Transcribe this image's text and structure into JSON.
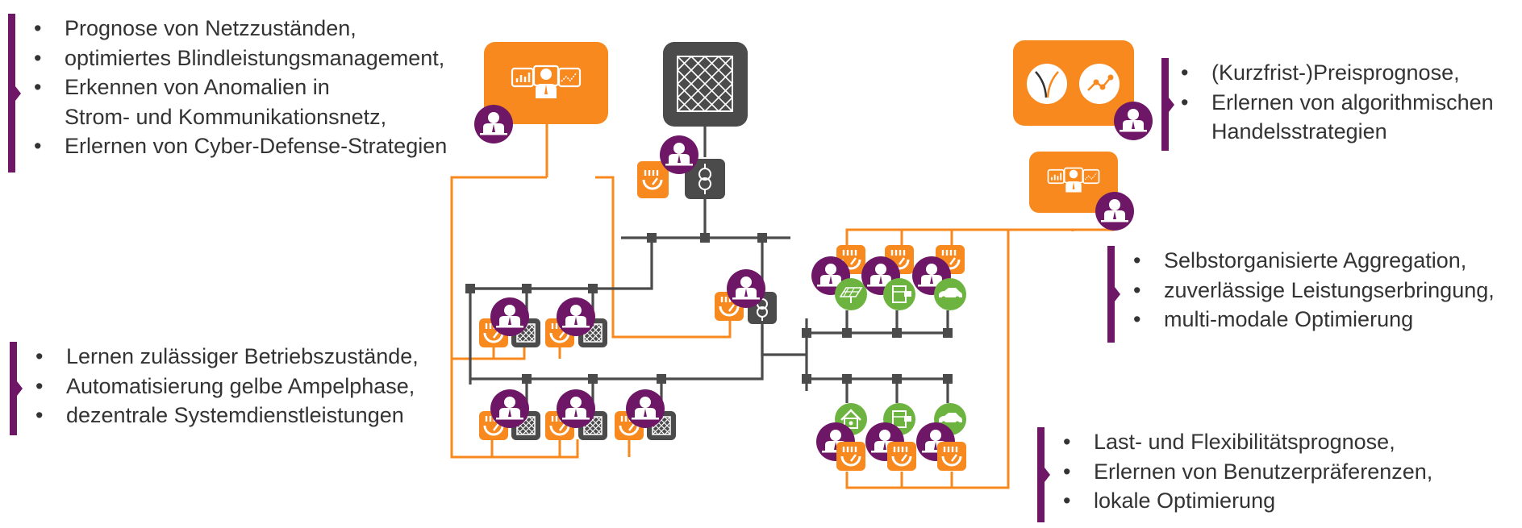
{
  "colors": {
    "orange": "#f7891e",
    "purple": "#6e1766",
    "dark": "#4b4b4b",
    "green": "#6db33f",
    "line": "#4b4b4b"
  },
  "boxes": {
    "grid_operator": [
      "Prognose von Netzzuständen,",
      "optimiertes Blindleistungsmanagement,",
      "Erkennen von Anomalien in",
      "Strom- und Kommunikationsnetz,",
      "Erlernen von  Cyber-Defense-Strategien"
    ],
    "distribution": [
      "Lernen zulässiger Betriebszustände,",
      "Automatisierung gelbe Ampelphase,",
      "dezentrale Systemdienstleistungen"
    ],
    "market": [
      "(Kurzfrist-)Preisprognose,",
      "Erlernen von algorithmischen",
      "Handelsstrategien"
    ],
    "aggregator": [
      "Selbstorganisierte Aggregation,",
      "zuverlässige Leistungserbringung,",
      "multi-modale Optimierung"
    ],
    "household": [
      "Last- und Flexibilitätsprognose,",
      "Erlernen von Benutzerpräferenzen,",
      "lokale Optimierung"
    ]
  },
  "icons": [
    "dashboard-icon",
    "agent-person-icon",
    "grid-network-icon",
    "transformer-icon",
    "smart-meter-icon",
    "price-curve-icon",
    "trend-line-icon",
    "solar-panel-icon",
    "appliance-icon",
    "electric-car-icon",
    "house-icon"
  ]
}
